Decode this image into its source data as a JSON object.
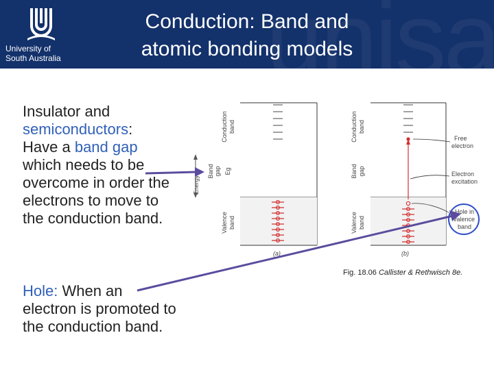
{
  "header": {
    "university_line1": "University of",
    "university_line2": "South Australia",
    "title_line1": "Conduction: Band and",
    "title_line2": "atomic bonding models",
    "watermark": "unisa"
  },
  "block1": {
    "line1": "Insulator and",
    "line2_hl": "semiconductors",
    "line2_rest": ":",
    "line3_pre": "Have a ",
    "line3_hl": "band gap",
    "line4": "which needs to be",
    "line5": "overcome in order the",
    "line6": "electrons to move to",
    "line7": "the conduction band."
  },
  "block2": {
    "line1_hl": "Hole:",
    "line1_rest": " When an",
    "line2": "electron is promoted to",
    "line3": "the conduction band."
  },
  "figure": {
    "energy_label": "Energy",
    "band_gap_label1": "Band",
    "band_gap_label2": "gap",
    "band_gap_symbol": "Eg",
    "conduction_label1": "Conduction",
    "conduction_label2": "band",
    "valence_label1": "Valence",
    "valence_label2": "band",
    "panel_a": "(a)",
    "panel_b": "(b)",
    "free_electron1": "Free",
    "free_electron2": "electron",
    "electron_excitation1": "Electron",
    "electron_excitation2": "excitation",
    "hole1": "Hole in",
    "hole2": "valence",
    "hole3": "band"
  },
  "caption": {
    "prefix": "Fig. 18.06 ",
    "authors": "Callister & Rethwisch 8e."
  },
  "colors": {
    "header_bg": "#13316b",
    "highlight_text": "#3060b8",
    "arrow": "#5b4c9e",
    "electron": "#d03030"
  }
}
